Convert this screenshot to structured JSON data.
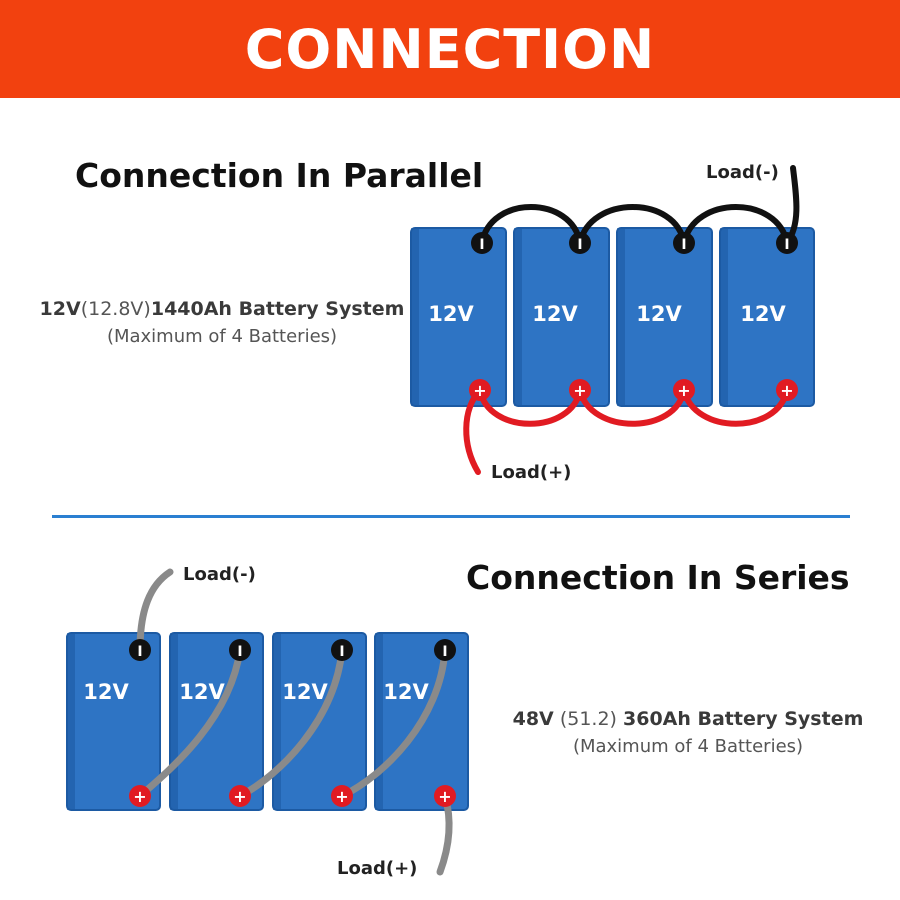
{
  "banner": {
    "title": "CONNECTION",
    "color": "#f2410f"
  },
  "parallel": {
    "title": "Connection In Parallel",
    "spec_voltage": "12V",
    "spec_nominal": "(12.8V)",
    "spec_capacity": "1440Ah Battery System",
    "spec_note": "(Maximum of 4 Batteries)",
    "batteries": [
      "12V",
      "12V",
      "12V",
      "12V"
    ],
    "load_negative": "Load(-)",
    "load_positive": "Load(+)"
  },
  "series": {
    "title": "Connection In Series",
    "spec_voltage": "48V",
    "spec_nominal": "(51.2)",
    "spec_capacity": "360Ah Battery System",
    "spec_note": "(Maximum of 4 Batteries)",
    "batteries": [
      "12V",
      "12V",
      "12V",
      "12V"
    ],
    "load_negative": "Load(-)",
    "load_positive": "Load(+)"
  },
  "terminals": {
    "positive_symbol": "+",
    "negative_symbol": "I"
  },
  "colors": {
    "battery": "#2e74c4",
    "battery_edge": "#1c5aa3",
    "positive_terminal": "#e11b22",
    "negative_terminal": "#111111",
    "parallel_negative_cable": "#111111",
    "parallel_positive_cable": "#e11b22",
    "series_cable": "#8a8a8a",
    "divider": "#2a7fd1"
  }
}
